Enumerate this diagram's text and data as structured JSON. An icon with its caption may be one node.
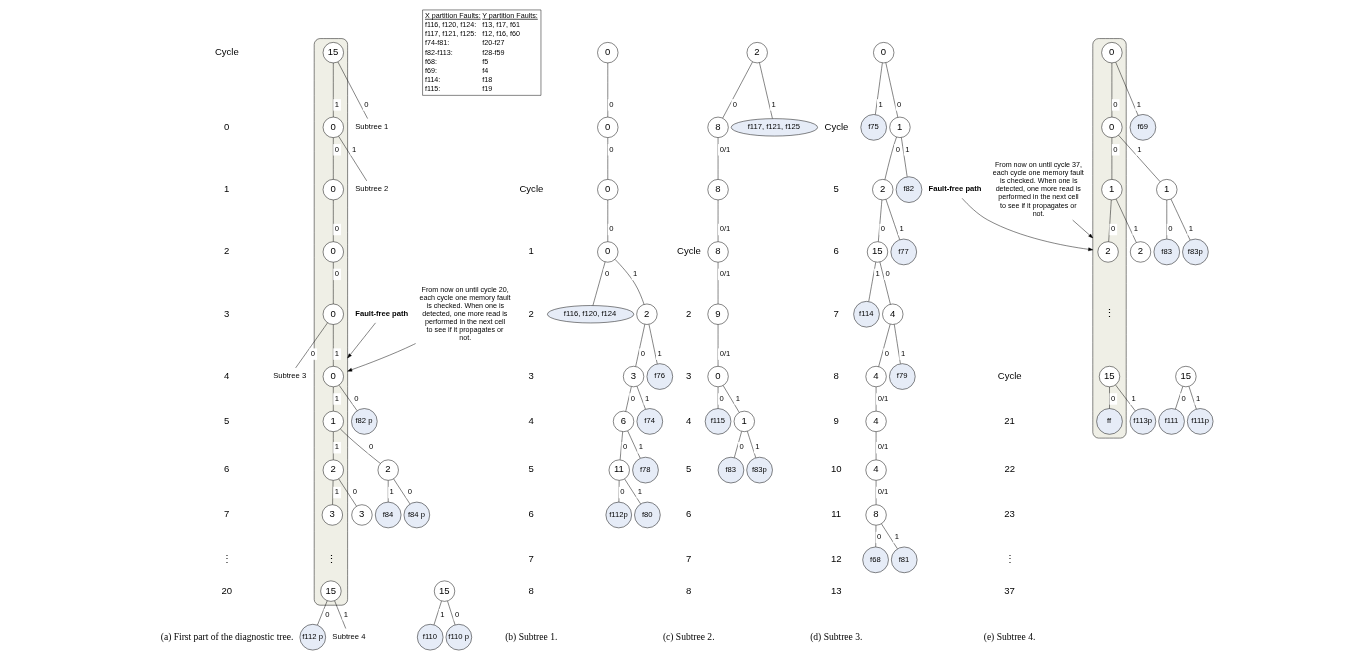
{
  "diagram": {
    "nodes": [
      {
        "text": [],
        "shape": "band"
      },
      {
        "text": [
          "15"
        ],
        "in": 0
      },
      {
        "text": [
          "0"
        ],
        "in": 0
      },
      {
        "text": [
          "0"
        ],
        "in": 0
      },
      {
        "text": [
          "0"
        ],
        "in": 0
      },
      {
        "text": [
          "0"
        ],
        "in": 0
      },
      {
        "text": [
          "0"
        ],
        "in": 0
      },
      {
        "text": [
          "f82 p"
        ]
      },
      {
        "text": [
          "1"
        ],
        "in": 0
      },
      {
        "text": [
          "2"
        ],
        "in": 0
      },
      {
        "text": [
          "2"
        ]
      },
      {
        "text": [
          "3"
        ],
        "in": 0
      },
      {
        "text": [
          "3"
        ]
      },
      {
        "text": [
          "f84"
        ]
      },
      {
        "text": [
          "f84 p"
        ]
      },
      {
        "text": [
          "15"
        ],
        "in": 0
      },
      {
        "text": [
          "15"
        ]
      },
      {
        "text": [
          "f112 p"
        ]
      },
      {
        "text": [
          "f110"
        ]
      },
      {
        "text": [
          "f110 p"
        ]
      },
      {
        "text": [
          "Subtree 1"
        ]
      },
      {
        "text": [
          "Subtree 2"
        ]
      },
      {
        "text": [
          "Subtree 3"
        ]
      },
      {
        "text": [
          "Subtree 4"
        ]
      },
      {
        "text": [
          "Fault-free path"
        ]
      },
      {
        "text": [
          "X partition Faults:",
          "Y partition Faults:",
          "f116, f120, f124:",
          "f13, f17, f61",
          "f117, f121, f125:",
          "f12, f16, f60",
          "f74-f81:",
          "f20-f27",
          "f82-f113:",
          "f28-f59",
          "f68:",
          "f5",
          "f69:",
          "f4",
          "f114:",
          "f18",
          "f115:",
          "f19"
        ]
      },
      {
        "text": [
          "From now on until cycle 20, each cycle one memory fault is checked. When one is detected, one more read is performed in the next cell to see if it propagates or not."
        ]
      },
      {
        "text": [
          "0"
        ]
      },
      {
        "text": [
          "0"
        ]
      },
      {
        "text": [
          "0"
        ]
      },
      {
        "text": [
          "0"
        ]
      },
      {
        "text": [
          "f116, f120, f124"
        ]
      },
      {
        "text": [
          "2"
        ]
      },
      {
        "text": [
          "3"
        ]
      },
      {
        "text": [
          "f76"
        ]
      },
      {
        "text": [
          "6"
        ]
      },
      {
        "text": [
          "f74"
        ]
      },
      {
        "text": [
          "11"
        ]
      },
      {
        "text": [
          "f78"
        ]
      },
      {
        "text": [
          "f112p"
        ]
      },
      {
        "text": [
          "f80"
        ]
      },
      {
        "text": [
          "2"
        ]
      },
      {
        "text": [
          "8"
        ]
      },
      {
        "text": [
          "f117, f121, f125"
        ]
      },
      {
        "text": [
          "8"
        ]
      },
      {
        "text": [
          "8"
        ]
      },
      {
        "text": [
          "9"
        ]
      },
      {
        "text": [
          "0"
        ]
      },
      {
        "text": [
          "f115"
        ]
      },
      {
        "text": [
          "1"
        ]
      },
      {
        "text": [
          "f83"
        ]
      },
      {
        "text": [
          "f83p"
        ]
      },
      {
        "text": [
          "0"
        ]
      },
      {
        "text": [
          "f75"
        ]
      },
      {
        "text": [
          "1"
        ]
      },
      {
        "text": [
          "2"
        ]
      },
      {
        "text": [
          "f82"
        ]
      },
      {
        "text": [
          "15"
        ]
      },
      {
        "text": [
          "f77"
        ]
      },
      {
        "text": [
          "f114"
        ]
      },
      {
        "text": [
          "4"
        ]
      },
      {
        "text": [
          "4"
        ]
      },
      {
        "text": [
          "f79"
        ]
      },
      {
        "text": [
          "4"
        ]
      },
      {
        "text": [
          "4"
        ]
      },
      {
        "text": [
          "8"
        ]
      },
      {
        "text": [
          "f68"
        ]
      },
      {
        "text": [
          "f81"
        ]
      },
      {
        "text": [],
        "shape": "band"
      },
      {
        "text": [
          "0"
        ],
        "in": 68
      },
      {
        "text": [
          "0"
        ],
        "in": 68
      },
      {
        "text": [
          "f69"
        ]
      },
      {
        "text": [
          "1"
        ],
        "in": 68
      },
      {
        "text": [
          "1"
        ]
      },
      {
        "text": [
          "2"
        ],
        "in": 68
      },
      {
        "text": [
          "2"
        ]
      },
      {
        "text": [
          "f83"
        ]
      },
      {
        "text": [
          "f83p"
        ]
      },
      {
        "text": [
          "15"
        ],
        "in": 68
      },
      {
        "text": [
          "15"
        ]
      },
      {
        "text": [
          "ff"
        ],
        "in": 68
      },
      {
        "text": [
          "f113p"
        ]
      },
      {
        "text": [
          "f111"
        ]
      },
      {
        "text": [
          "f111p"
        ]
      },
      {
        "text": [
          "Fault-free path"
        ]
      },
      {
        "text": [
          "From now on until cycle 37, each cycle one memory fault is checked. When one is detected, one more read is performed in the next cell to see if it propagates or not."
        ]
      }
    ],
    "edges": [
      {
        "from": 1,
        "to": 2,
        "arrow": "none",
        "label": "1"
      },
      {
        "from": 1,
        "to": 20,
        "arrow": "none",
        "label": "0"
      },
      {
        "from": 2,
        "to": 3,
        "arrow": "none",
        "label": "0"
      },
      {
        "from": 2,
        "to": 21,
        "arrow": "none",
        "label": "1"
      },
      {
        "from": 3,
        "to": 4,
        "arrow": "none",
        "label": "0"
      },
      {
        "from": 4,
        "to": 5,
        "arrow": "none",
        "label": "0"
      },
      {
        "from": 5,
        "to": 6,
        "arrow": "none",
        "label": "1"
      },
      {
        "from": 5,
        "to": 22,
        "arrow": "none",
        "label": "0"
      },
      {
        "from": 6,
        "to": 8,
        "arrow": "none",
        "label": "1"
      },
      {
        "from": 6,
        "to": 7,
        "arrow": "none",
        "label": "0"
      },
      {
        "from": 8,
        "to": 9,
        "arrow": "none",
        "label": "1"
      },
      {
        "from": 8,
        "to": 10,
        "arrow": "none",
        "label": "0"
      },
      {
        "from": 9,
        "to": 11,
        "arrow": "none",
        "label": "1"
      },
      {
        "from": 9,
        "to": 12,
        "arrow": "none",
        "label": "0"
      },
      {
        "from": 10,
        "to": 13,
        "arrow": "none",
        "label": "1"
      },
      {
        "from": 10,
        "to": 14,
        "arrow": "none",
        "label": "0"
      },
      {
        "from": 15,
        "to": 23,
        "arrow": "none",
        "label": "1"
      },
      {
        "from": 15,
        "to": 17,
        "arrow": "none",
        "label": "0"
      },
      {
        "from": 16,
        "to": 18,
        "arrow": "none",
        "label": "1"
      },
      {
        "from": 16,
        "to": 19,
        "arrow": "none",
        "label": "0"
      },
      {
        "from": 24,
        "to": 0,
        "arrow": "to"
      },
      {
        "from": 26,
        "to": 0,
        "arrow": "to"
      },
      {
        "from": 27,
        "to": 28,
        "arrow": "none",
        "label": "0"
      },
      {
        "from": 28,
        "to": 29,
        "arrow": "none",
        "label": "0"
      },
      {
        "from": 29,
        "to": 30,
        "arrow": "none",
        "label": "0"
      },
      {
        "from": 30,
        "to": 31,
        "arrow": "none",
        "label": "0"
      },
      {
        "from": 30,
        "to": 32,
        "arrow": "none",
        "label": "1"
      },
      {
        "from": 32,
        "to": 33,
        "arrow": "none",
        "label": "0"
      },
      {
        "from": 32,
        "to": 34,
        "arrow": "none",
        "label": "1"
      },
      {
        "from": 33,
        "to": 35,
        "arrow": "none",
        "label": "0"
      },
      {
        "from": 33,
        "to": 36,
        "arrow": "none",
        "label": "1"
      },
      {
        "from": 35,
        "to": 37,
        "arrow": "none",
        "label": "0"
      },
      {
        "from": 35,
        "to": 38,
        "arrow": "none",
        "label": "1"
      },
      {
        "from": 37,
        "to": 39,
        "arrow": "none",
        "label": "0"
      },
      {
        "from": 37,
        "to": 40,
        "arrow": "none",
        "label": "1"
      },
      {
        "from": 41,
        "to": 42,
        "arrow": "none",
        "label": "0"
      },
      {
        "from": 41,
        "to": 43,
        "arrow": "none",
        "label": "1"
      },
      {
        "from": 42,
        "to": 44,
        "arrow": "none",
        "label": "0/1"
      },
      {
        "from": 44,
        "to": 45,
        "arrow": "none",
        "label": "0/1"
      },
      {
        "from": 45,
        "to": 46,
        "arrow": "none",
        "label": "0/1"
      },
      {
        "from": 46,
        "to": 47,
        "arrow": "none",
        "label": "0/1"
      },
      {
        "from": 47,
        "to": 48,
        "arrow": "none",
        "label": "0"
      },
      {
        "from": 47,
        "to": 49,
        "arrow": "none",
        "label": "1"
      },
      {
        "from": 49,
        "to": 50,
        "arrow": "none",
        "label": "0"
      },
      {
        "from": 49,
        "to": 51,
        "arrow": "none",
        "label": "1"
      },
      {
        "from": 52,
        "to": 53,
        "arrow": "none",
        "label": "1"
      },
      {
        "from": 52,
        "to": 54,
        "arrow": "none",
        "label": "0"
      },
      {
        "from": 54,
        "to": 55,
        "arrow": "none",
        "label": "0"
      },
      {
        "from": 54,
        "to": 56,
        "arrow": "none",
        "label": "1"
      },
      {
        "from": 55,
        "to": 57,
        "arrow": "none",
        "label": "0"
      },
      {
        "from": 55,
        "to": 58,
        "arrow": "none",
        "label": "1"
      },
      {
        "from": 57,
        "to": 59,
        "arrow": "none",
        "label": "1"
      },
      {
        "from": 57,
        "to": 60,
        "arrow": "none",
        "label": "0"
      },
      {
        "from": 60,
        "to": 61,
        "arrow": "none",
        "label": "0"
      },
      {
        "from": 60,
        "to": 62,
        "arrow": "none",
        "label": "1"
      },
      {
        "from": 61,
        "to": 63,
        "arrow": "none",
        "label": "0/1"
      },
      {
        "from": 63,
        "to": 64,
        "arrow": "none",
        "label": "0/1"
      },
      {
        "from": 64,
        "to": 65,
        "arrow": "none",
        "label": "0/1"
      },
      {
        "from": 65,
        "to": 66,
        "arrow": "none",
        "label": "0"
      },
      {
        "from": 65,
        "to": 67,
        "arrow": "none",
        "label": "1"
      },
      {
        "from": 69,
        "to": 70,
        "arrow": "none",
        "label": "0"
      },
      {
        "from": 69,
        "to": 71,
        "arrow": "none",
        "label": "1"
      },
      {
        "from": 70,
        "to": 72,
        "arrow": "none",
        "label": "0"
      },
      {
        "from": 70,
        "to": 73,
        "arrow": "none",
        "label": "1"
      },
      {
        "from": 72,
        "to": 74,
        "arrow": "none",
        "label": "0"
      },
      {
        "from": 72,
        "to": 75,
        "arrow": "none",
        "label": "1"
      },
      {
        "from": 73,
        "to": 76,
        "arrow": "none",
        "label": "0"
      },
      {
        "from": 73,
        "to": 77,
        "arrow": "none",
        "label": "1"
      },
      {
        "from": 78,
        "to": 80,
        "arrow": "none",
        "label": "0"
      },
      {
        "from": 78,
        "to": 81,
        "arrow": "none",
        "label": "1"
      },
      {
        "from": 79,
        "to": 82,
        "arrow": "none",
        "label": "0"
      },
      {
        "from": 79,
        "to": 83,
        "arrow": "none",
        "label": "1"
      },
      {
        "from": 84,
        "to": 68,
        "arrow": "to"
      },
      {
        "from": 85,
        "to": 68,
        "arrow": "to"
      }
    ],
    "labels": [
      "Cycle",
      "0",
      "1",
      "2",
      "3",
      "4",
      "5",
      "6",
      "7",
      "⋮",
      "20",
      "⋮",
      "(a) First part of the diagnostic tree.",
      "Cycle",
      "1",
      "2",
      "3",
      "4",
      "5",
      "6",
      "7",
      "8",
      "(b) Subtree 1.",
      "Cycle",
      "2",
      "3",
      "4",
      "5",
      "6",
      "7",
      "8",
      "(c) Subtree 2.",
      "Cycle",
      "5",
      "6",
      "7",
      "8",
      "9",
      "10",
      "11",
      "12",
      "13",
      "(d) Subtree 3.",
      "Cycle",
      "21",
      "22",
      "23",
      "⋮",
      "37",
      "⋮",
      "(e) Subtree 4."
    ]
  }
}
